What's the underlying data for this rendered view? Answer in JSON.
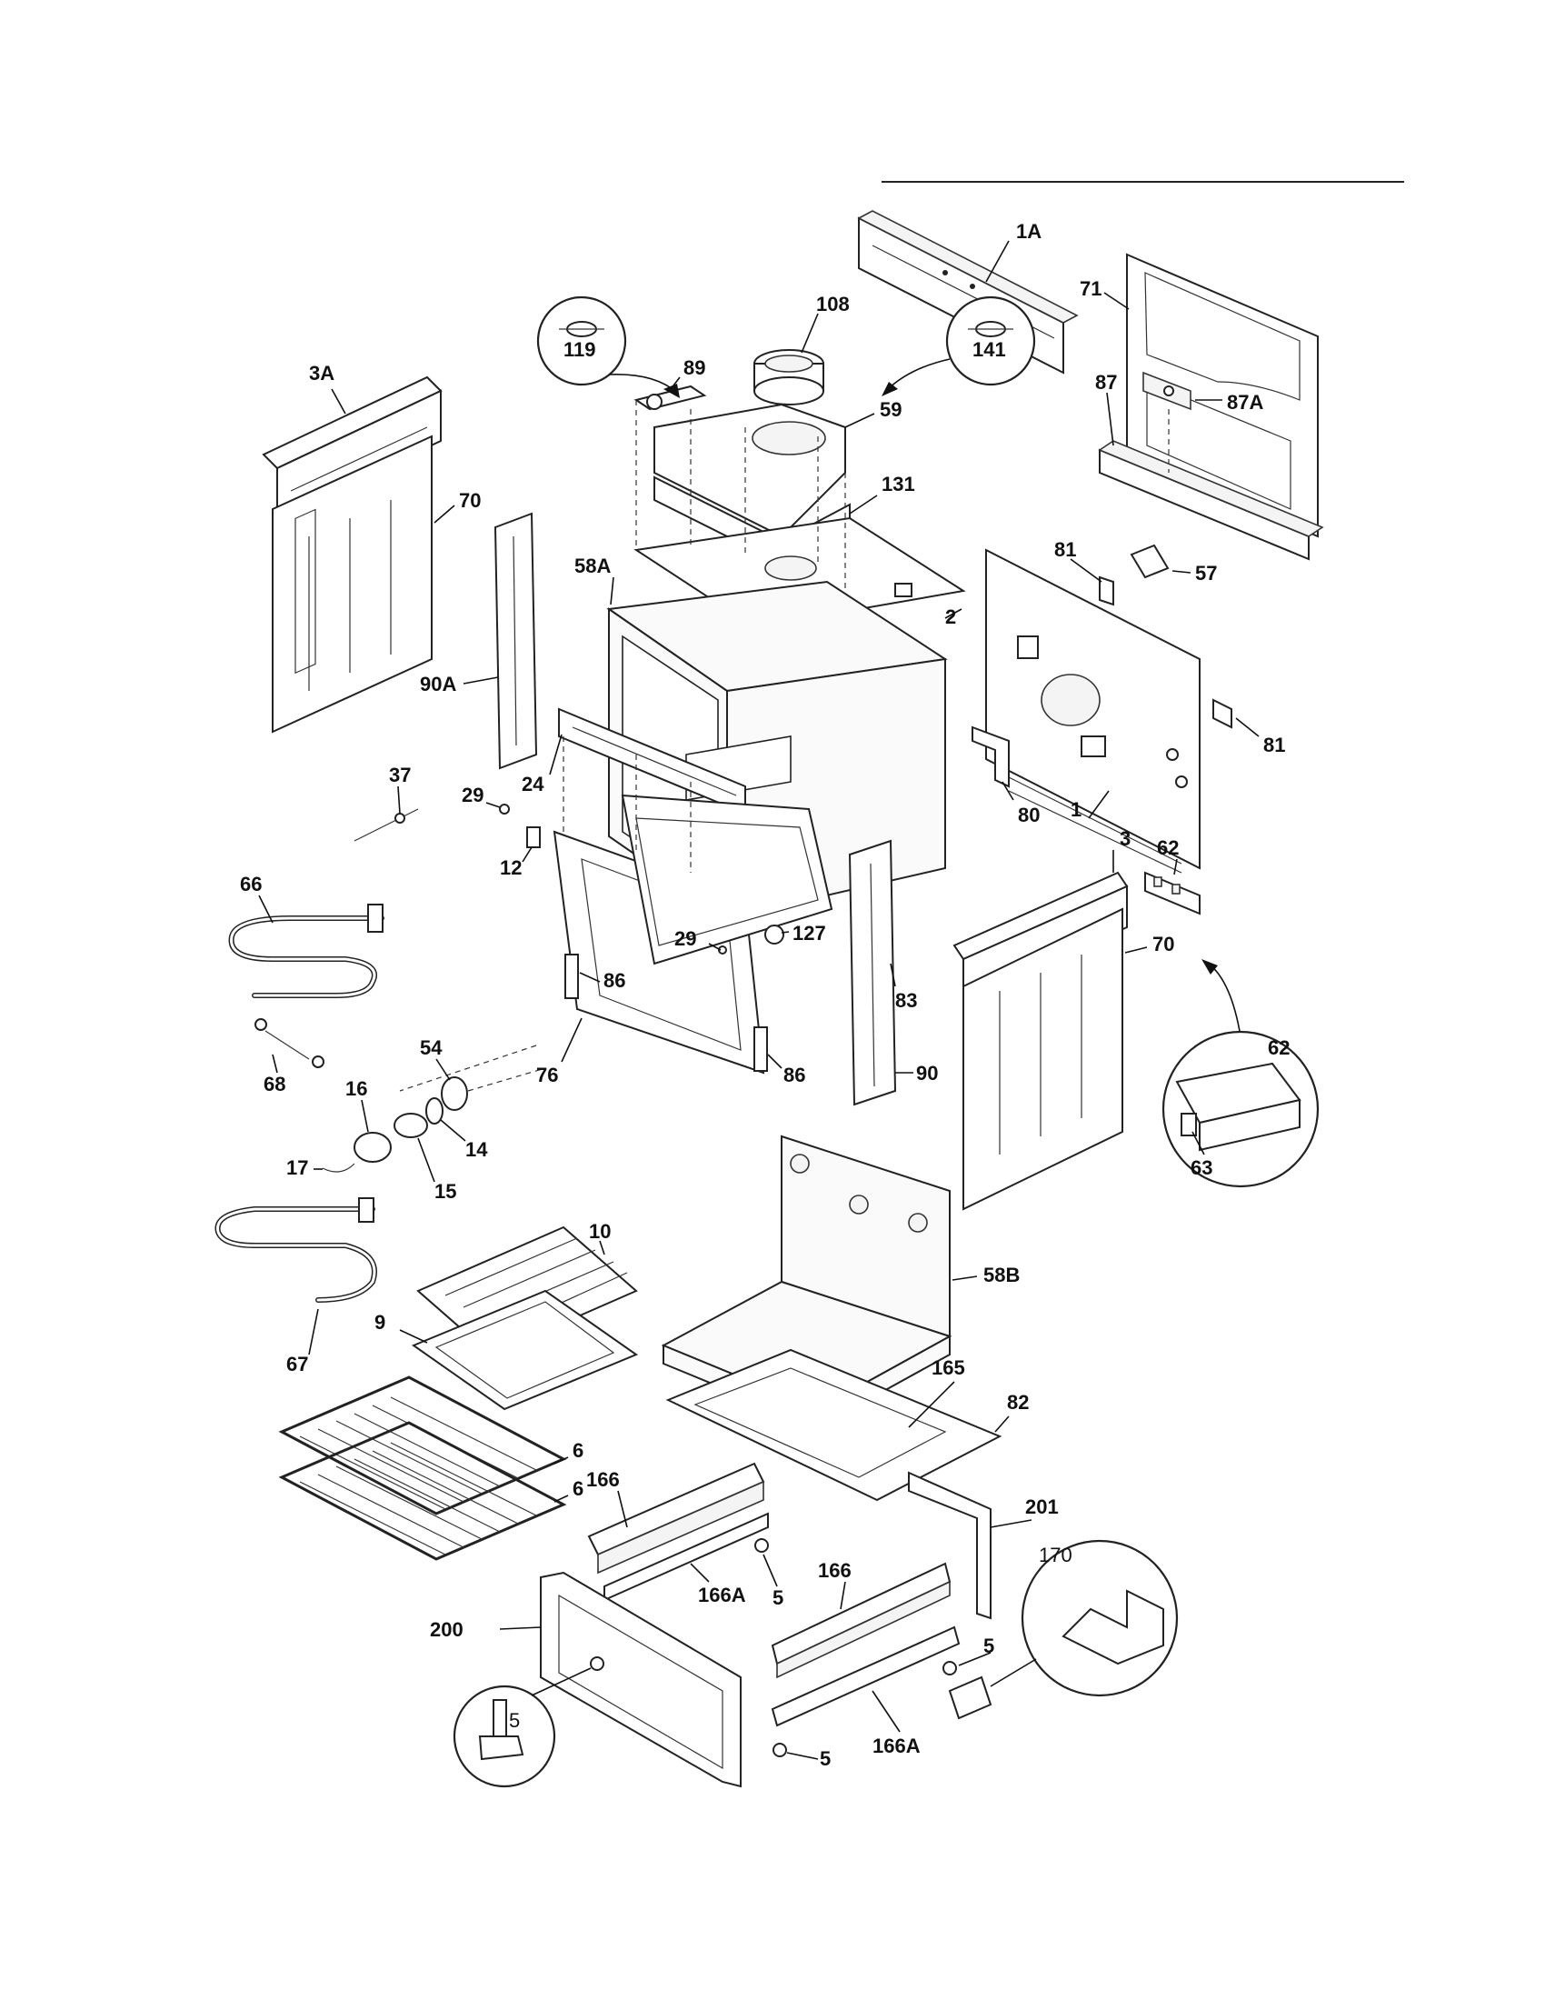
{
  "diagram": {
    "header_rule_visible": true,
    "callouts": [
      {
        "id": "1A",
        "label": "1A"
      },
      {
        "id": "71",
        "label": "71"
      },
      {
        "id": "108",
        "label": "108"
      },
      {
        "id": "3A",
        "label": "3A"
      },
      {
        "id": "89",
        "label": "89"
      },
      {
        "id": "59",
        "label": "59"
      },
      {
        "id": "87",
        "label": "87"
      },
      {
        "id": "87A",
        "label": "87A"
      },
      {
        "id": "119",
        "label": "119"
      },
      {
        "id": "131",
        "label": "131"
      },
      {
        "id": "141",
        "label": "141"
      },
      {
        "id": "70-top",
        "label": "70"
      },
      {
        "id": "58A",
        "label": "58A"
      },
      {
        "id": "2",
        "label": "2"
      },
      {
        "id": "81-top",
        "label": "81"
      },
      {
        "id": "57",
        "label": "57"
      },
      {
        "id": "90A",
        "label": "90A"
      },
      {
        "id": "81-right",
        "label": "81"
      },
      {
        "id": "37",
        "label": "37"
      },
      {
        "id": "29-top",
        "label": "29"
      },
      {
        "id": "24",
        "label": "24"
      },
      {
        "id": "80",
        "label": "80"
      },
      {
        "id": "1",
        "label": "1"
      },
      {
        "id": "12",
        "label": "12"
      },
      {
        "id": "3",
        "label": "3"
      },
      {
        "id": "62-top",
        "label": "62"
      },
      {
        "id": "66",
        "label": "66"
      },
      {
        "id": "29-inner",
        "label": "29"
      },
      {
        "id": "127",
        "label": "127"
      },
      {
        "id": "86-top",
        "label": "86"
      },
      {
        "id": "70-right",
        "label": "70"
      },
      {
        "id": "62-detail",
        "label": "62"
      },
      {
        "id": "76",
        "label": "76"
      },
      {
        "id": "83",
        "label": "83"
      },
      {
        "id": "54",
        "label": "54"
      },
      {
        "id": "68",
        "label": "68"
      },
      {
        "id": "86-bottom",
        "label": "86"
      },
      {
        "id": "90",
        "label": "90"
      },
      {
        "id": "16",
        "label": "16"
      },
      {
        "id": "14",
        "label": "14"
      },
      {
        "id": "63",
        "label": "63"
      },
      {
        "id": "17",
        "label": "17"
      },
      {
        "id": "15",
        "label": "15"
      },
      {
        "id": "10",
        "label": "10"
      },
      {
        "id": "58B",
        "label": "58B"
      },
      {
        "id": "9",
        "label": "9"
      },
      {
        "id": "67",
        "label": "67"
      },
      {
        "id": "165",
        "label": "165"
      },
      {
        "id": "82",
        "label": "82"
      },
      {
        "id": "6-a",
        "label": "6"
      },
      {
        "id": "6-b",
        "label": "6"
      },
      {
        "id": "166-left",
        "label": "166"
      },
      {
        "id": "201",
        "label": "201"
      },
      {
        "id": "170",
        "label": "170"
      },
      {
        "id": "166-right",
        "label": "166"
      },
      {
        "id": "5-a",
        "label": "5"
      },
      {
        "id": "166A-left",
        "label": "166A"
      },
      {
        "id": "200",
        "label": "200"
      },
      {
        "id": "5-b",
        "label": "5"
      },
      {
        "id": "5-c",
        "label": "5"
      },
      {
        "id": "5-d",
        "label": "5"
      },
      {
        "id": "166A-right",
        "label": "166A"
      }
    ]
  }
}
